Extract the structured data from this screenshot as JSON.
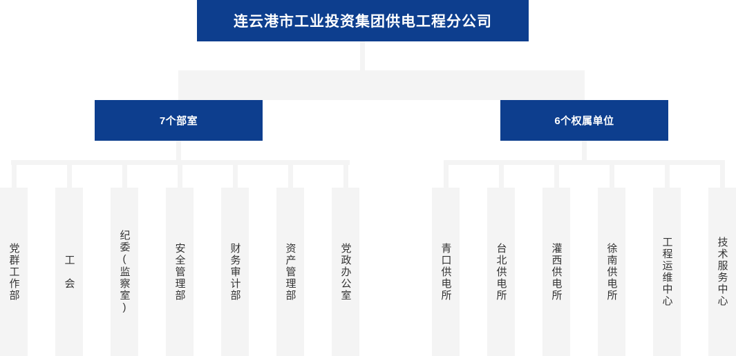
{
  "root": {
    "label": "连云港市工业投资集团供电工程分公司"
  },
  "branches": [
    {
      "label": "7个部室"
    },
    {
      "label": "6个权属单位"
    }
  ],
  "departments": [
    {
      "label": "党群工作部"
    },
    {
      "label": "工　会"
    },
    {
      "label": "纪委(监察室)"
    },
    {
      "label": "安全管理部"
    },
    {
      "label": "财务审计部"
    },
    {
      "label": "资产管理部"
    },
    {
      "label": "党政办公室"
    }
  ],
  "units": [
    {
      "label": "青口供电所"
    },
    {
      "label": "台北供电所"
    },
    {
      "label": "灌西供电所"
    },
    {
      "label": "徐南供电所"
    },
    {
      "label": "工程运维中心"
    },
    {
      "label": "技术服务中心"
    }
  ],
  "colors": {
    "node_blue": "#0d3e8e",
    "node_text": "#ffffff",
    "leaf_bg": "#f4f4f4",
    "leaf_text": "#333333",
    "connector": "#f4f4f4",
    "page_bg": "#ffffff"
  }
}
